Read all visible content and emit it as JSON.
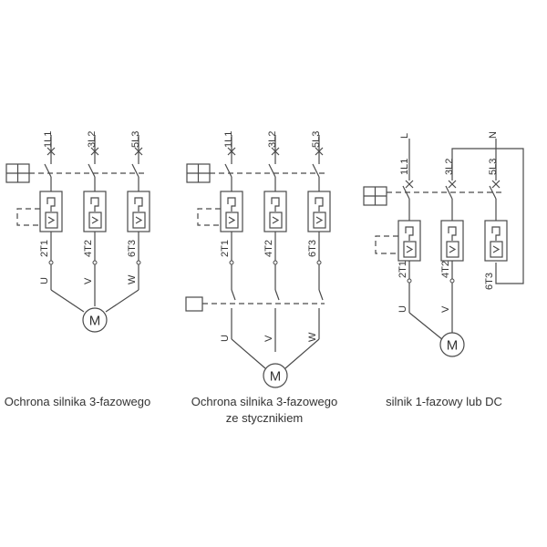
{
  "colors": {
    "line": "#4a4a4a",
    "text": "#333333",
    "background": "#ffffff"
  },
  "diagrams": [
    {
      "caption": [
        "Ochrona silnika 3-fazowego"
      ],
      "inputs": [
        "1L1",
        "3L2",
        "5L3"
      ],
      "outputs": [
        "2T1",
        "4T2",
        "6T3"
      ],
      "phases": [
        "U",
        "V",
        "W"
      ],
      "motor": "M"
    },
    {
      "caption": [
        "Ochrona silnika 3-fazowego",
        "ze stycznikiem"
      ],
      "inputs": [
        "1L1",
        "3L2",
        "5L3"
      ],
      "outputs": [
        "2T1",
        "4T2",
        "6T3"
      ],
      "phases": [
        "U",
        "V",
        "W"
      ],
      "motor": "M"
    },
    {
      "caption": [
        "silnik 1-fazowy lub DC"
      ],
      "supply": [
        "L",
        "N"
      ],
      "inputs": [
        "1L1",
        "3L2",
        "5L3"
      ],
      "outputs": [
        "2T1",
        "4T2",
        "6T3"
      ],
      "phases": [
        "U",
        "V"
      ],
      "motor": "M"
    }
  ]
}
